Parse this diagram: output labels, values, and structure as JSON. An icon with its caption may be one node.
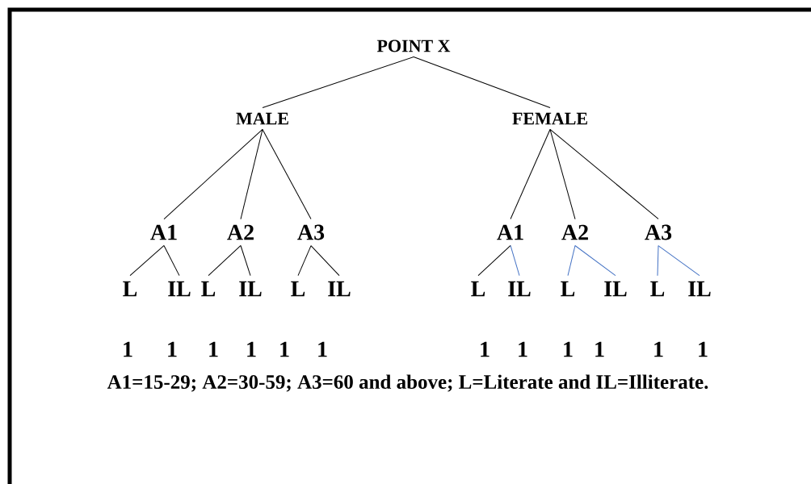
{
  "diagram": {
    "nodes": [
      {
        "text": [
          "POINT X"
        ]
      },
      {
        "text": [
          "MALE"
        ]
      },
      {
        "text": [
          "FEMALE"
        ]
      },
      {
        "text": [
          "A1"
        ]
      },
      {
        "text": [
          "A2"
        ]
      },
      {
        "text": [
          "A3"
        ]
      },
      {
        "text": [
          "A1"
        ]
      },
      {
        "text": [
          "A2"
        ]
      },
      {
        "text": [
          "A3"
        ]
      },
      {
        "text": [
          "L"
        ]
      },
      {
        "text": [
          "IL"
        ]
      },
      {
        "text": [
          "L"
        ]
      },
      {
        "text": [
          "IL"
        ]
      },
      {
        "text": [
          "L"
        ]
      },
      {
        "text": [
          "IL"
        ]
      },
      {
        "text": [
          "L"
        ]
      },
      {
        "text": [
          "IL"
        ]
      },
      {
        "text": [
          "L"
        ]
      },
      {
        "text": [
          "IL"
        ]
      },
      {
        "text": [
          "L"
        ]
      },
      {
        "text": [
          "IL"
        ]
      }
    ],
    "edges": [
      {
        "from": 0,
        "to": 1,
        "arrow": "none"
      },
      {
        "from": 0,
        "to": 2,
        "arrow": "none"
      },
      {
        "from": 1,
        "to": 3,
        "arrow": "none"
      },
      {
        "from": 1,
        "to": 4,
        "arrow": "none"
      },
      {
        "from": 1,
        "to": 5,
        "arrow": "none"
      },
      {
        "from": 2,
        "to": 6,
        "arrow": "none"
      },
      {
        "from": 2,
        "to": 7,
        "arrow": "none"
      },
      {
        "from": 2,
        "to": 8,
        "arrow": "none"
      },
      {
        "from": 3,
        "to": 9,
        "arrow": "none"
      },
      {
        "from": 3,
        "to": 10,
        "arrow": "none"
      },
      {
        "from": 4,
        "to": 11,
        "arrow": "none"
      },
      {
        "from": 4,
        "to": 12,
        "arrow": "none"
      },
      {
        "from": 5,
        "to": 13,
        "arrow": "none"
      },
      {
        "from": 5,
        "to": 14,
        "arrow": "none"
      },
      {
        "from": 6,
        "to": 15,
        "arrow": "none"
      },
      {
        "from": 6,
        "to": 16,
        "arrow": "none",
        "color": "#4472c4"
      },
      {
        "from": 7,
        "to": 17,
        "arrow": "none",
        "color": "#4472c4"
      },
      {
        "from": 7,
        "to": 18,
        "arrow": "none",
        "color": "#4472c4"
      },
      {
        "from": 8,
        "to": 19,
        "arrow": "none",
        "color": "#4472c4"
      },
      {
        "from": 8,
        "to": 20,
        "arrow": "none",
        "color": "#4472c4"
      }
    ],
    "labels": [
      "1",
      "1",
      "1",
      "1",
      "1",
      "1",
      "1",
      "1",
      "1",
      "1",
      "1",
      "1",
      "A1=15-29; A2=30-59; A3=60 and above; L=Literate and IL=Illiterate."
    ]
  }
}
